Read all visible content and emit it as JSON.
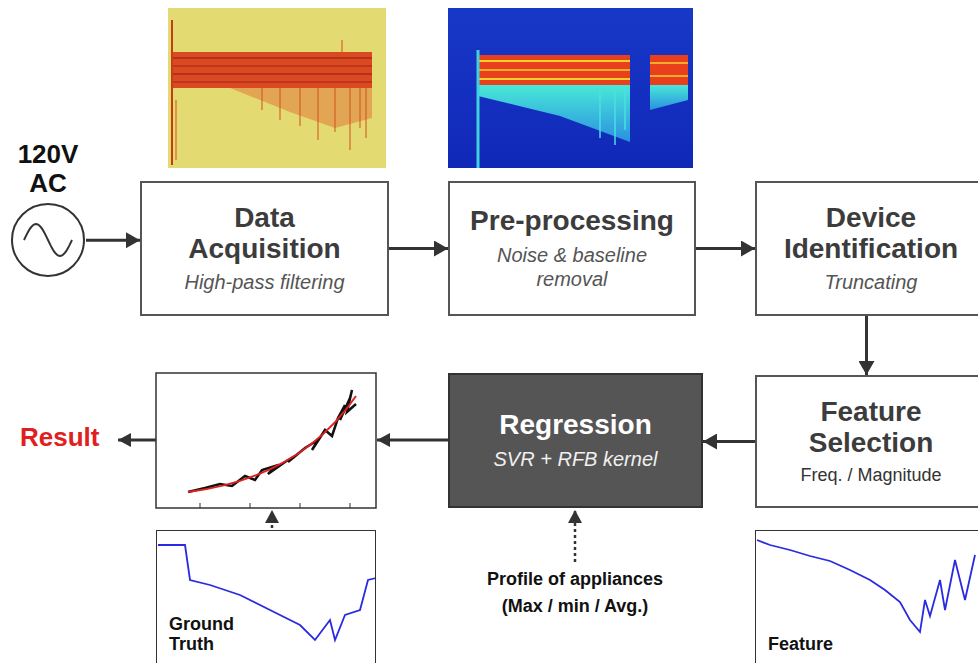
{
  "diagram": {
    "nodes": [
      {
        "text": [
          "120V AC"
        ]
      },
      {
        "text": [
          "Data Acquisition",
          "High-pass filtering"
        ]
      },
      {
        "text": [
          "Pre-processing",
          "Noise & baseline removal"
        ]
      },
      {
        "text": [
          "Device Identification",
          "Truncating"
        ]
      },
      {
        "text": [
          "Feature Selection",
          "Freq. / Magnitude"
        ]
      },
      {
        "text": [
          "Regression",
          "SVR + RFB kernel"
        ]
      },
      {
        "text": [
          "Ground Truth"
        ]
      },
      {
        "text": [
          "Feature"
        ]
      }
    ],
    "edges": [
      {
        "from": 0,
        "to": 1,
        "arrow": "to"
      },
      {
        "from": 1,
        "to": 2,
        "arrow": "to"
      },
      {
        "from": 2,
        "to": 3,
        "arrow": "to"
      },
      {
        "from": 3,
        "to": 4,
        "arrow": "to"
      },
      {
        "from": 4,
        "to": 5,
        "arrow": "to"
      }
    ],
    "labels": [
      "Result",
      "Profile of appliances (Max / min / Avg.)"
    ]
  }
}
